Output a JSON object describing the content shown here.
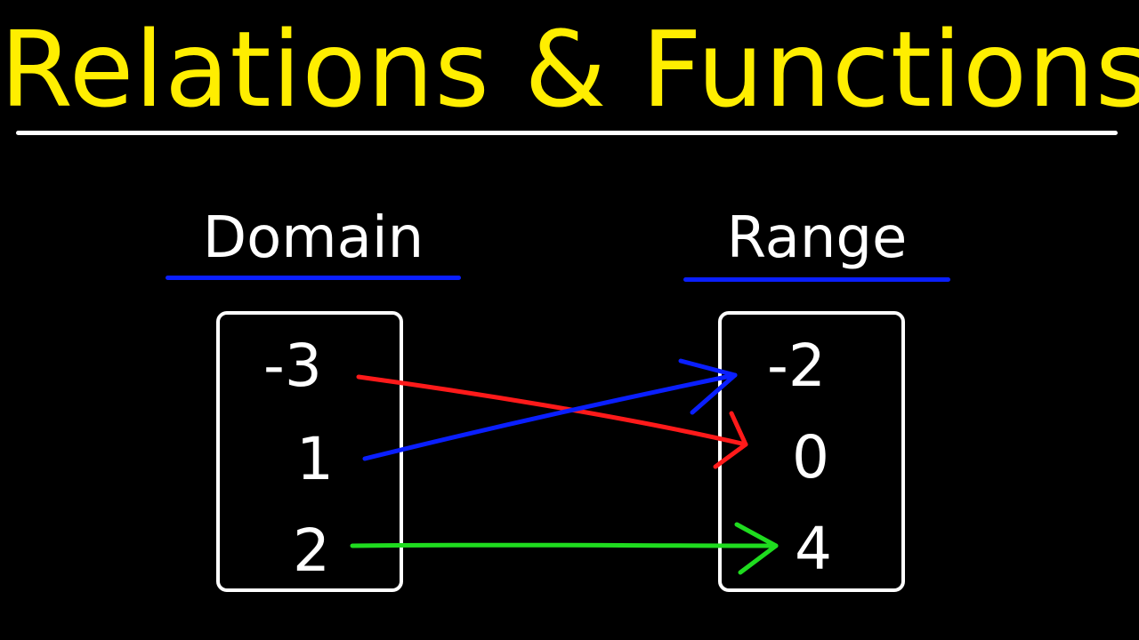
{
  "title": "Relations & Functions",
  "domain": {
    "label": "Domain",
    "values": [
      "-3",
      "1",
      "2"
    ]
  },
  "range": {
    "label": "Range",
    "values": [
      "-2",
      "0",
      "4"
    ]
  },
  "mapping": [
    {
      "from": "-3",
      "to": "0",
      "color": "#ff1a1a"
    },
    {
      "from": "1",
      "to": "-2",
      "color": "#0a1fff"
    },
    {
      "from": "2",
      "to": "4",
      "color": "#1fdc1f"
    }
  ],
  "colors": {
    "background": "#000000",
    "title": "#ffee00",
    "text": "#ffffff",
    "underline": "#0a1fff"
  }
}
